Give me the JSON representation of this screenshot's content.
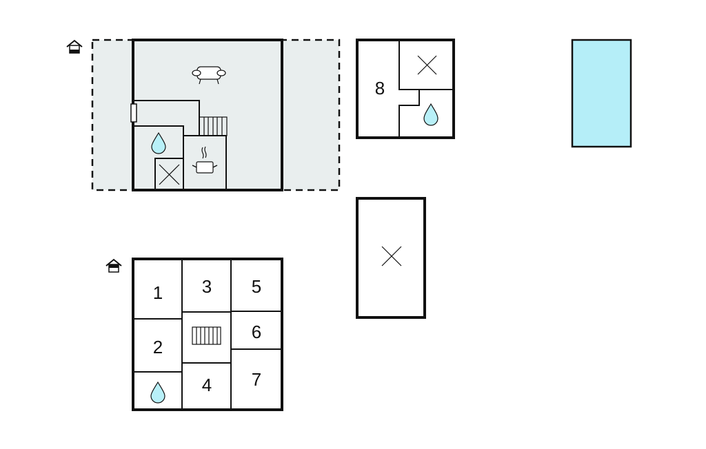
{
  "colors": {
    "wall": "#111111",
    "terrace": "#e9eeee",
    "water": "#b8f0f8",
    "pool": "#b5eef8"
  },
  "floor_plan_ground": {
    "icon": "house-ground-floor-icon"
  },
  "floor_plan_upper": {
    "icon": "house-upper-floor-icon",
    "rooms": [
      "1",
      "2",
      "3",
      "4",
      "5",
      "6",
      "7"
    ]
  },
  "annex": {
    "room": "8"
  }
}
